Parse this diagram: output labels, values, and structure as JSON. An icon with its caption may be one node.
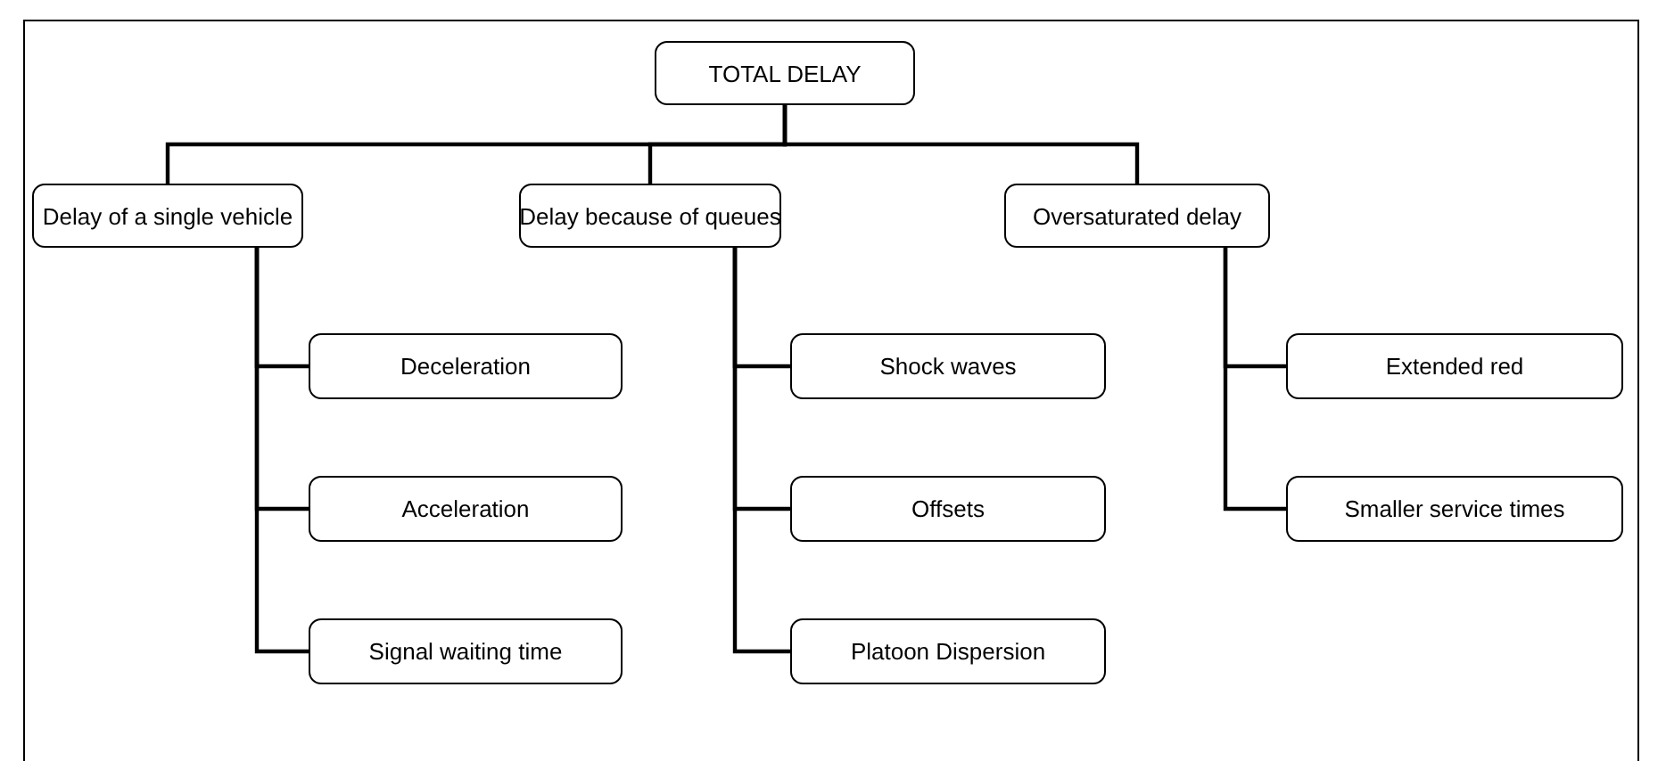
{
  "diagram": {
    "nodes": [
      {
        "text": [
          "TOTAL DELAY"
        ]
      },
      {
        "text": [
          "Delay of a single vehicle"
        ]
      },
      {
        "text": [
          "Delay because of queues"
        ]
      },
      {
        "text": [
          "Oversaturated delay"
        ]
      },
      {
        "text": [
          "Deceleration"
        ]
      },
      {
        "text": [
          "Acceleration"
        ]
      },
      {
        "text": [
          "Signal waiting time"
        ]
      },
      {
        "text": [
          "Shock waves"
        ]
      },
      {
        "text": [
          "Offsets"
        ]
      },
      {
        "text": [
          "Platoon Dispersion"
        ]
      },
      {
        "text": [
          "Extended red"
        ]
      },
      {
        "text": [
          "Smaller service times"
        ]
      }
    ],
    "edges": [
      {
        "from": 0,
        "to": 1,
        "arrow": "none"
      },
      {
        "from": 0,
        "to": 2,
        "arrow": "none"
      },
      {
        "from": 0,
        "to": 3,
        "arrow": "none"
      },
      {
        "from": 1,
        "to": 4,
        "arrow": "none"
      },
      {
        "from": 1,
        "to": 5,
        "arrow": "none"
      },
      {
        "from": 1,
        "to": 6,
        "arrow": "none"
      },
      {
        "from": 2,
        "to": 7,
        "arrow": "none"
      },
      {
        "from": 2,
        "to": 8,
        "arrow": "none"
      },
      {
        "from": 2,
        "to": 9,
        "arrow": "none"
      },
      {
        "from": 3,
        "to": 10,
        "arrow": "none"
      },
      {
        "from": 3,
        "to": 11,
        "arrow": "none"
      }
    ]
  }
}
